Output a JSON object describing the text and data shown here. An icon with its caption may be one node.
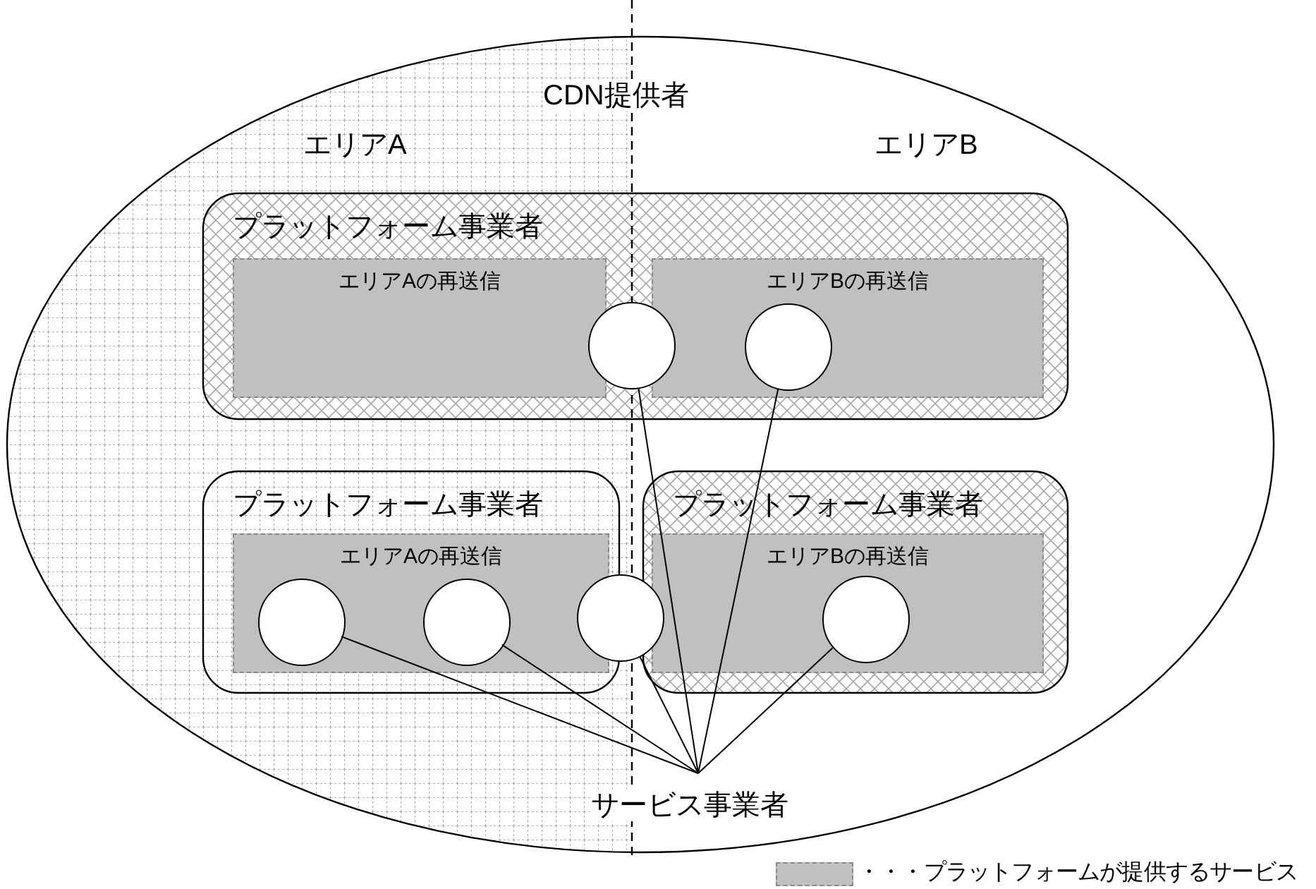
{
  "diagram": {
    "nodes": [
      {
        "text": [
          "CDN提供者"
        ]
      },
      {
        "text": [
          "プラットフォーム事業者"
        ],
        "in": 0
      },
      {
        "text": [
          "エリアAの再送信"
        ],
        "in": 1
      },
      {
        "text": [
          "エリアBの再送信"
        ],
        "in": 1
      },
      {
        "text": [
          "プラットフォーム事業者"
        ],
        "in": 0
      },
      {
        "text": [
          "エリアAの再送信"
        ],
        "in": 4
      },
      {
        "text": [
          "プラットフォーム事業者"
        ],
        "in": 0
      },
      {
        "text": [
          "エリアBの再送信"
        ],
        "in": 6
      },
      {
        "text": [],
        "shape": "circle",
        "in": 1
      },
      {
        "text": [],
        "shape": "circle",
        "in": 3
      },
      {
        "text": [],
        "shape": "circle",
        "in": 5
      },
      {
        "text": [],
        "shape": "circle",
        "in": 5
      },
      {
        "text": [],
        "shape": "circle",
        "in": 0
      },
      {
        "text": [],
        "shape": "circle",
        "in": 7
      },
      {
        "text": [
          "サービス事業者"
        ],
        "in": 0
      }
    ],
    "edges": [
      {
        "from": 8,
        "to": 14,
        "arrow": "none"
      },
      {
        "from": 9,
        "to": 14,
        "arrow": "none"
      },
      {
        "from": 10,
        "to": 14,
        "arrow": "none"
      },
      {
        "from": 11,
        "to": 14,
        "arrow": "none"
      },
      {
        "from": 12,
        "to": 14,
        "arrow": "none"
      },
      {
        "from": 13,
        "to": 14,
        "arrow": "none"
      }
    ],
    "labels": [
      "エリアA",
      "エリアB"
    ],
    "legend": [
      {
        "text": "・・・プラットフォームが提供するサービス",
        "color": "#c0c0c0"
      }
    ]
  }
}
